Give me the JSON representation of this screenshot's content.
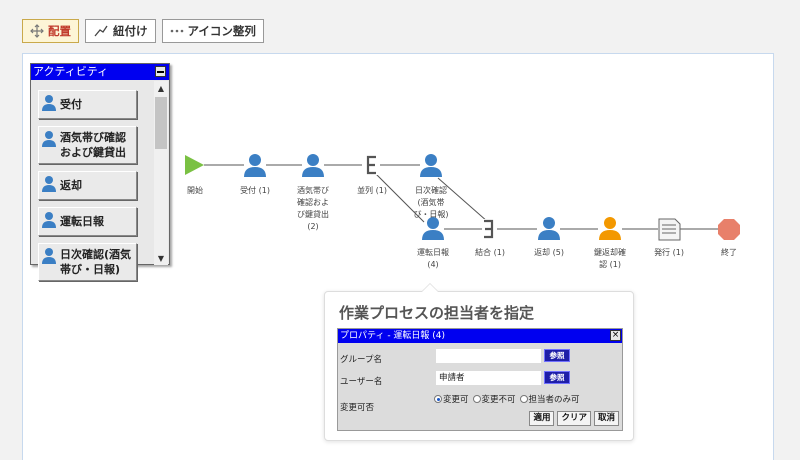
{
  "toolbar": {
    "layout_label": "配置",
    "link_label": "紐付け",
    "align_label": "アイコン整列"
  },
  "palette": {
    "title": "アクティビティ",
    "items": [
      "受付",
      "酒気帯び確認および鍵貸出",
      "返却",
      "運転日報",
      "日次確認(酒気帯び・日報)"
    ]
  },
  "flow": {
    "nodes": [
      {
        "label": "開始",
        "icon": "start-icon"
      },
      {
        "label": "受付 (1)",
        "icon": "person-icon"
      },
      {
        "label": "酒気帯び\n確認およ\nび鍵貸出\n(2)",
        "icon": "person-icon"
      },
      {
        "label": "並列 (1)",
        "icon": "split-icon"
      },
      {
        "label": "日次確認\n(酒気帯\nび・日報)",
        "icon": "person-icon"
      },
      {
        "label": "運転日報\n(4)",
        "icon": "person-icon"
      },
      {
        "label": "結合 (1)",
        "icon": "join-icon"
      },
      {
        "label": "返却 (5)",
        "icon": "person-icon"
      },
      {
        "label": "鍵返却確\n認 (1)",
        "icon": "person-orange-icon"
      },
      {
        "label": "発行 (1)",
        "icon": "document-icon"
      },
      {
        "label": "終了",
        "icon": "stop-icon"
      }
    ]
  },
  "callout": {
    "title": "作業プロセスの担当者を指定"
  },
  "dialog": {
    "title": "プロパティ - 運転日報 (4)",
    "close": "×",
    "group_label": "グループ名",
    "group_value": "",
    "user_label": "ユーザー名",
    "user_value": "申請者",
    "ref_label": "参照",
    "changeable_label": "変更可否",
    "radio_options": [
      "変更可",
      "変更不可",
      "担当者のみ可"
    ],
    "apply_label": "適用",
    "clear_label": "クリア",
    "cancel_label": "取消"
  },
  "colors": {
    "accent_blue": "#0000f0",
    "person_blue": "#3b7fc4",
    "person_orange": "#f39800",
    "start_green": "#7ac143",
    "stop_red": "#e8806a"
  }
}
